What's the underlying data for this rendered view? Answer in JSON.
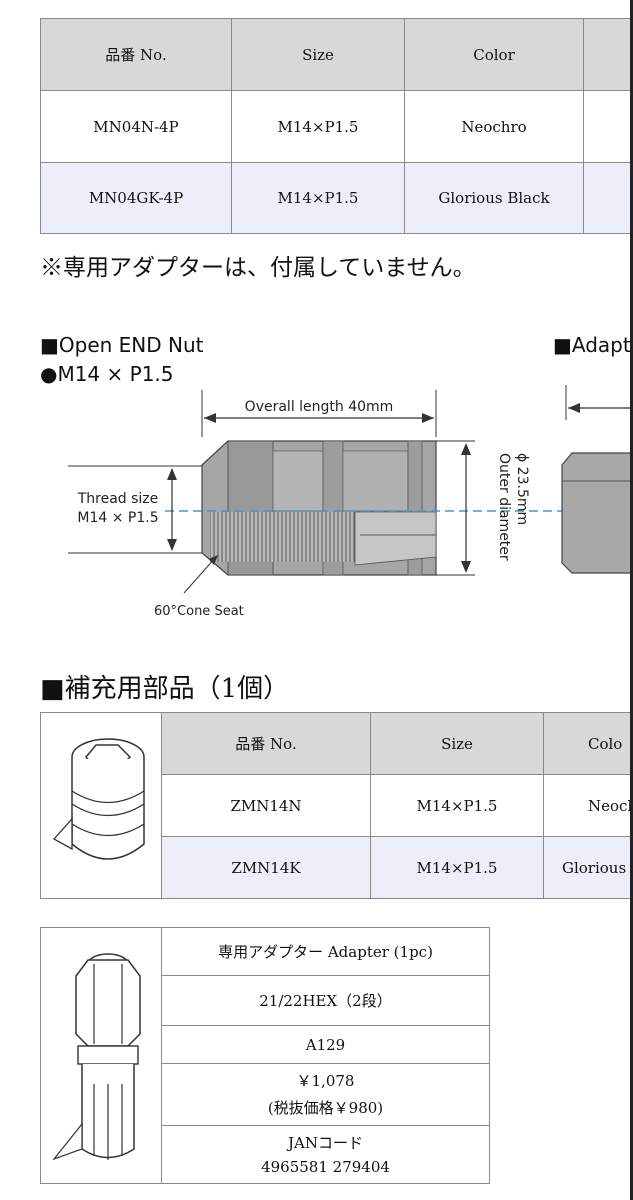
{
  "main_table": {
    "headers": [
      "品番 No.",
      "Size",
      "Color"
    ],
    "rows": [
      [
        "MN04N-4P",
        "M14×P1.5",
        "Neochro"
      ],
      [
        "MN04GK-4P",
        "M14×P1.5",
        "Glorious Black"
      ]
    ]
  },
  "note": "※専用アダプターは、付属していません。",
  "diagram": {
    "title": "■Open END Nut",
    "spec": "●M14 × P1.5",
    "adapter_title": "■Adapt",
    "overall_length": "Overall length 40mm",
    "thread_size_line1": "Thread size",
    "thread_size_line2": "M14 × P1.5",
    "outer_diameter_line1": "Outer diameter",
    "outer_diameter_line2": "ϕ 23.5mm",
    "cone_seat": "60°Cone Seat"
  },
  "parts_section": {
    "heading": "■補充用部品（1個）",
    "headers": [
      "品番 No.",
      "Size",
      "Colo"
    ],
    "rows": [
      [
        "ZMN14N",
        "M14×P1.5",
        "Neoch"
      ],
      [
        "ZMN14K",
        "M14×P1.5",
        "Glorious"
      ]
    ]
  },
  "adapter_table": {
    "rows": [
      "専用アダプター Adapter (1pc)",
      "21/22HEX（2段）",
      "A129",
      "￥1,078",
      "(税抜価格￥980)",
      "JANコード",
      "4965581 279404"
    ]
  },
  "colors": {
    "header_bg": "#d8d8d8",
    "alt_row_bg": "#eceefa",
    "border": "#8a8a8a",
    "centerline": "#3a9ad9"
  }
}
